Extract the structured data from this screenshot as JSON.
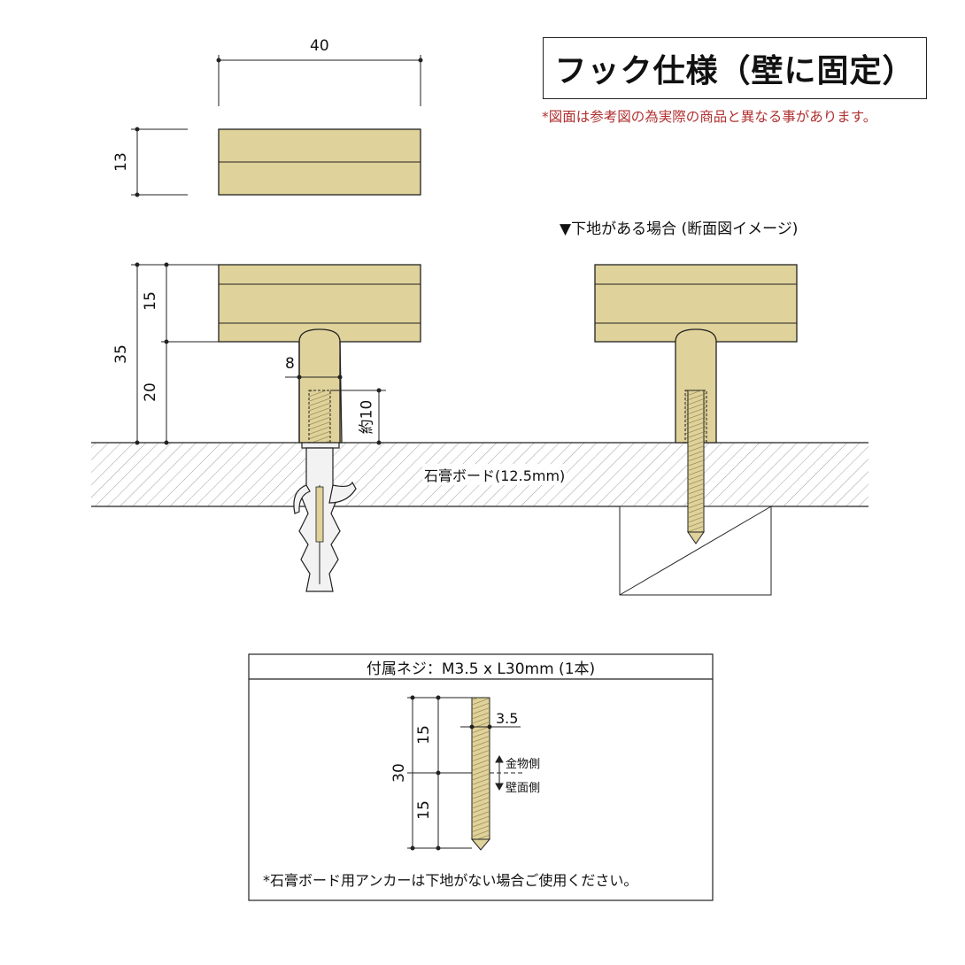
{
  "title": "フック仕様（壁に固定）",
  "disclaimer": "*図面は参考図の為実際の商品と異なる事があります。",
  "section_label": "▼下地がある場合 (断面図イメージ)",
  "board_label": "石膏ボード(12.5mm)",
  "dimensions": {
    "top_width": "40",
    "top_height": "13",
    "total_height": "35",
    "upper_height": "15",
    "lower_height": "20",
    "stem_width": "8",
    "thread_depth": "約10"
  },
  "screw_panel": {
    "title": "付属ネジ：M3.5 x L30mm (1本)",
    "total_length": "30",
    "upper_length": "15",
    "lower_length": "15",
    "diameter": "3.5",
    "metal_side": "金物側",
    "wall_side": "壁面側",
    "note": "*石膏ボード用アンカーは下地がない場合ご使用ください。"
  },
  "colors": {
    "wood": "#dfd29a",
    "stroke": "#222222",
    "note_red": "#b03030",
    "anchor": "#f2f2f2"
  }
}
